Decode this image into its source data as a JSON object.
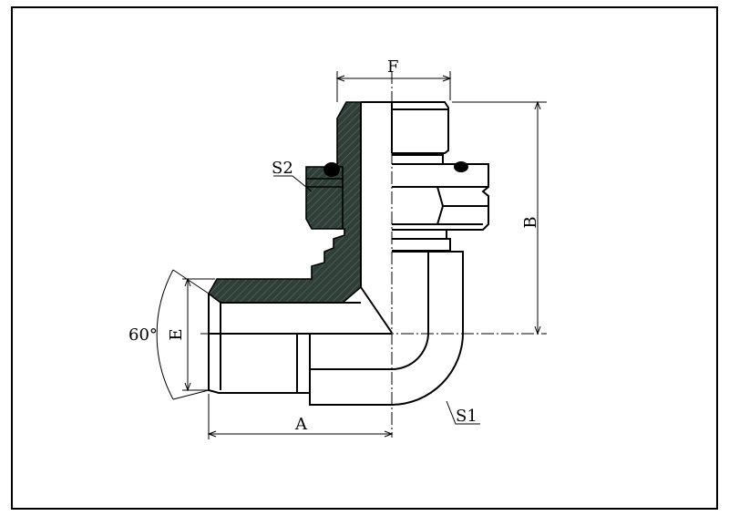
{
  "labels": {
    "dim_F": "F",
    "dim_B": "B",
    "dim_A": "A",
    "dim_E": "E",
    "angle": "60°",
    "seal_S2": "S2",
    "elbow_S1": "S1"
  },
  "colors": {
    "line": "#000000",
    "hatch_fill": "#2f3f38",
    "hatch_line": "#5d6f66",
    "background": "#ffffff"
  }
}
